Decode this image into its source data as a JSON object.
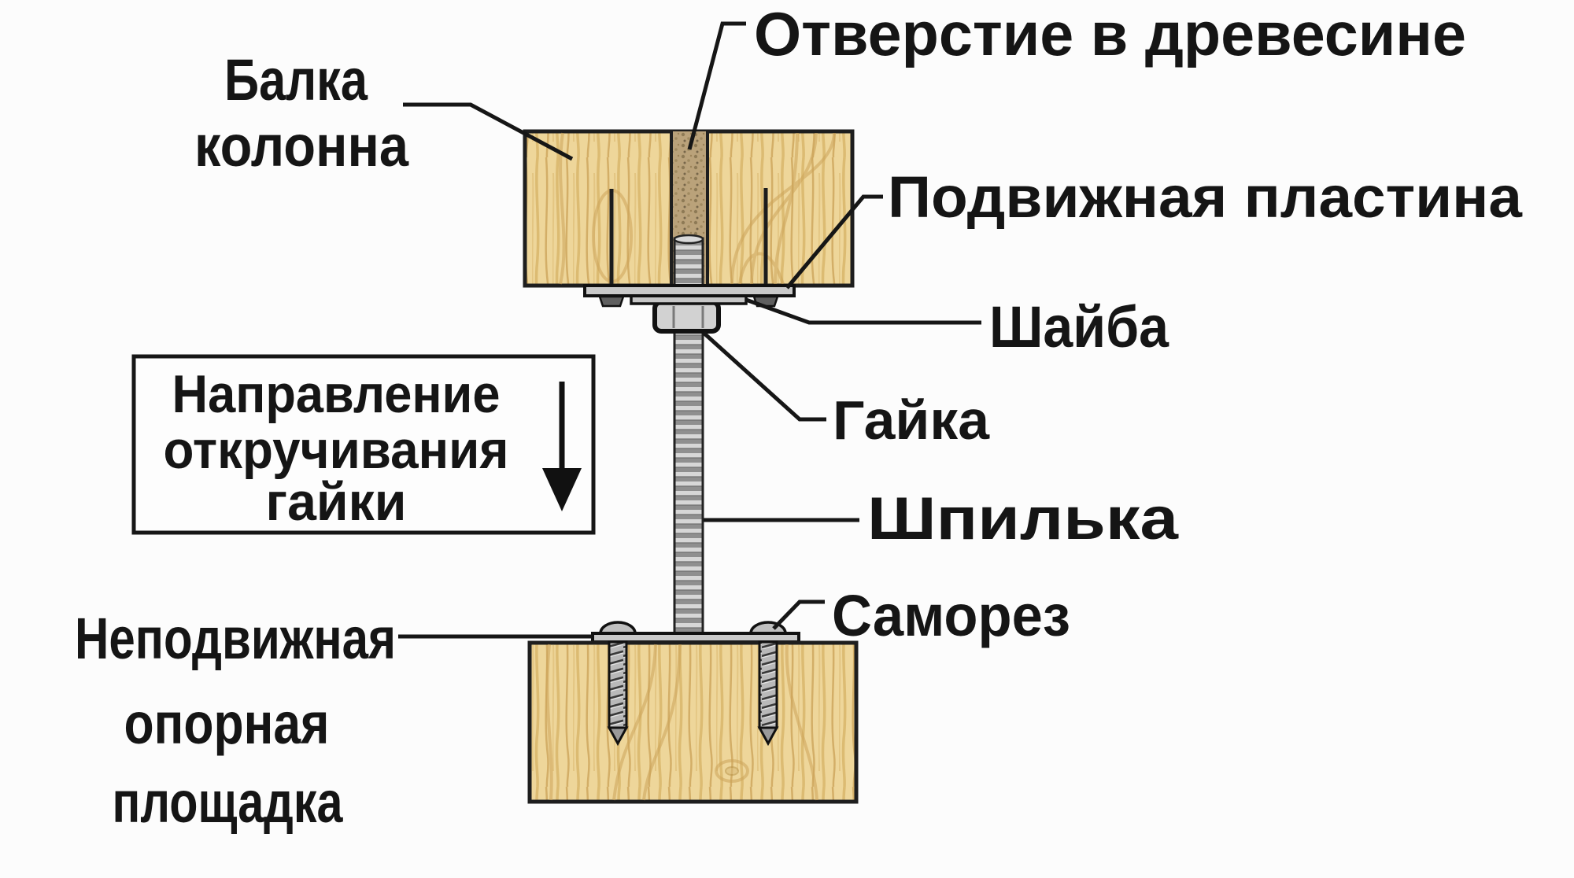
{
  "diagram": {
    "labels": {
      "hole": "Отверстие в древесине",
      "beam_line1": "Балка",
      "beam_line2": "колонна",
      "movable_plate": "Подвижная пластина",
      "washer": "Шайба",
      "nut": "Гайка",
      "stud": "Шпилька",
      "screw": "Саморез",
      "support_line1": "Неподвижная",
      "support_line2": "опорная",
      "support_line3": "площадка"
    },
    "note_box": {
      "line1": "Направление",
      "line2": "откручивания",
      "line3": "гайки",
      "arrow_icon": "arrow-down"
    },
    "colors": {
      "background": "#fcfcfc",
      "text": "#151515",
      "outline": "#1e1e1e",
      "leader_line": "#161616",
      "wood": "#eed69a",
      "wood_grain": "#cda45a",
      "hole_fill": "#baa27a",
      "metal_light": "#d7d7d7",
      "metal_mid": "#c9c9c9",
      "metal_dark": "#8f8f8f"
    }
  }
}
